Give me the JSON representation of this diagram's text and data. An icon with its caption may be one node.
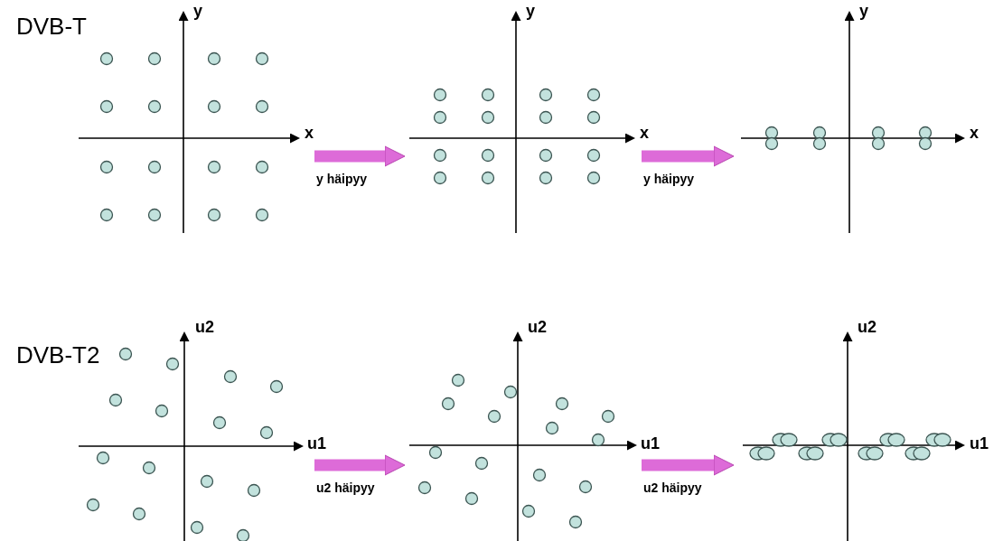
{
  "diagram": {
    "nodes": [
      {
        "text": [
          "y",
          "x"
        ]
      },
      {
        "text": [
          "y",
          "x"
        ]
      },
      {
        "text": [
          "y",
          "x"
        ]
      },
      {
        "text": [
          "u2",
          "u1"
        ]
      },
      {
        "text": [
          "u2",
          "u1"
        ]
      },
      {
        "text": [
          "u2",
          "u1"
        ]
      }
    ],
    "edges": [
      {
        "from": 0,
        "to": 1,
        "arrow": "to",
        "label": "y häipyy"
      },
      {
        "from": 1,
        "to": 2,
        "arrow": "to",
        "label": "y häipyy"
      },
      {
        "from": 3,
        "to": 4,
        "arrow": "to",
        "label": "u2 häipyy"
      },
      {
        "from": 4,
        "to": 5,
        "arrow": "to",
        "label": "u2 häipyy"
      }
    ],
    "labels": [
      "DVB-T",
      "DVB-T2"
    ]
  }
}
